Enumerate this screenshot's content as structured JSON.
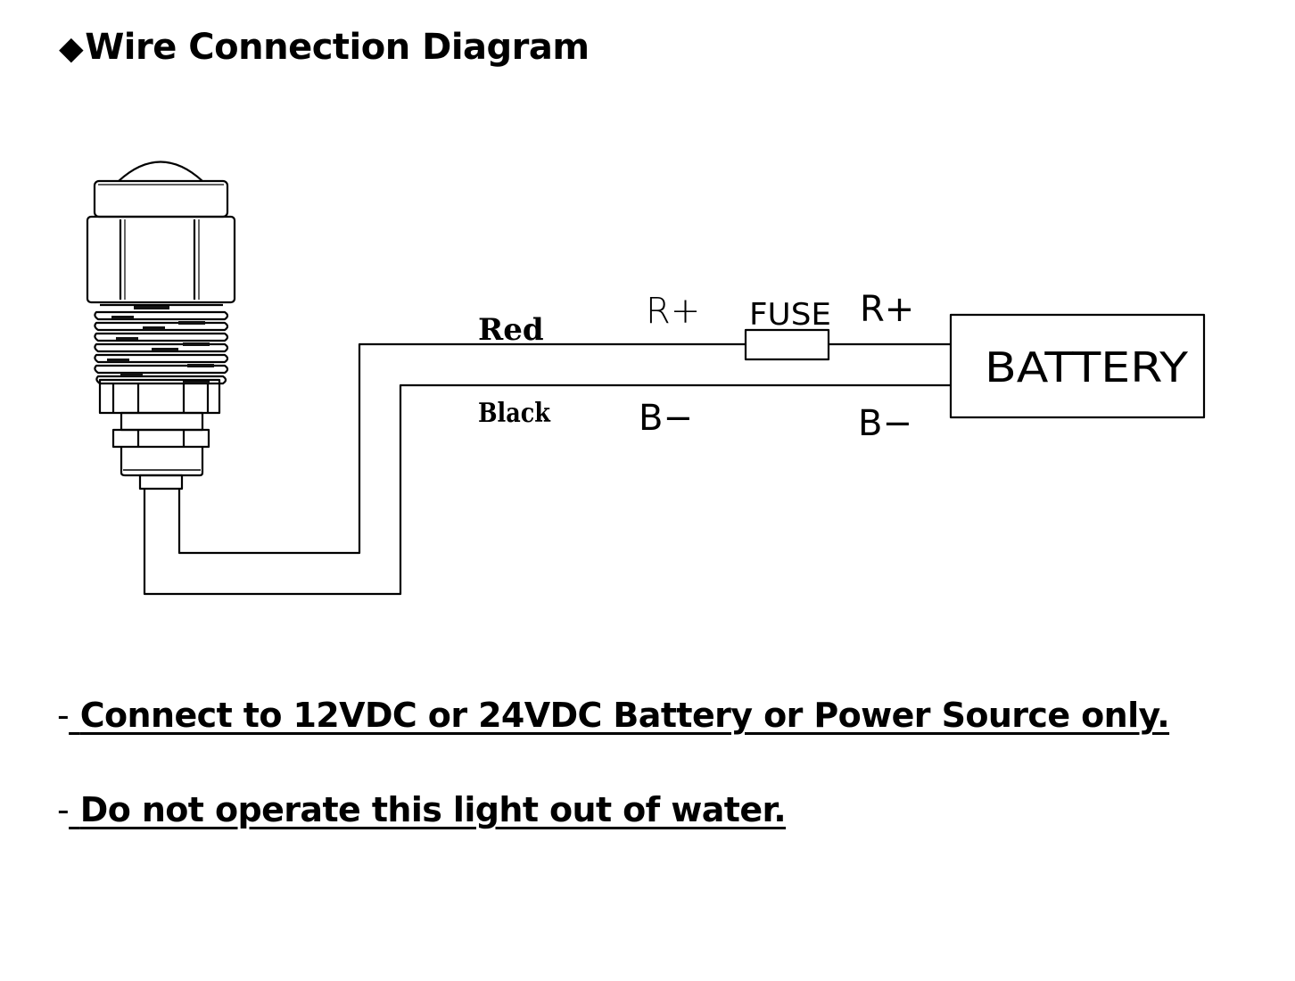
{
  "title": {
    "bullet": "◆",
    "text": "Wire Connection Diagram"
  },
  "diagram": {
    "wires": {
      "red_label": "Red",
      "black_label": "Black"
    },
    "terminals": {
      "left_positive": "R+",
      "right_positive": "R+",
      "left_negative": "B−",
      "right_negative": "B−"
    },
    "fuse_label": "FUSE",
    "battery_label": "BATTERY"
  },
  "notes": [
    {
      "dash": "-",
      "text": "Connect to 12VDC or 24VDC Battery or Power Source only."
    },
    {
      "dash": "-",
      "text": "Do not operate this light out of water."
    }
  ]
}
